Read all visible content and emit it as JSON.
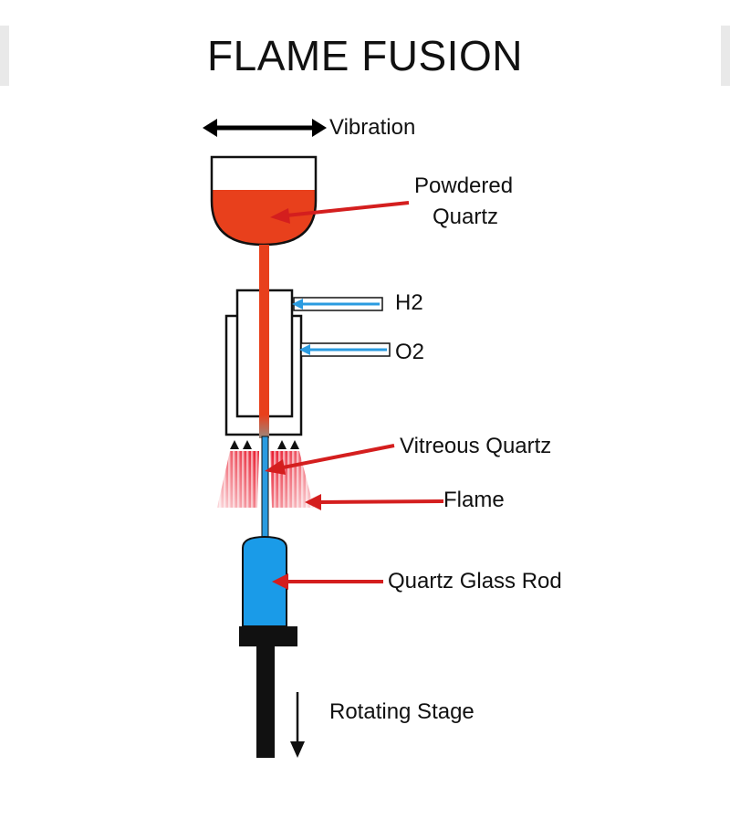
{
  "title": "FLAME FUSION",
  "labels": {
    "vibration": "Vibration",
    "powdered_quartz_line1": "Powdered",
    "powdered_quartz_line2": "Quartz",
    "h2": "H2",
    "o2": "O2",
    "vitreous_quartz": "Vitreous Quartz",
    "flame": "Flame",
    "quartz_glass_rod": "Quartz Glass Rod",
    "rotating_stage": "Rotating Stage"
  },
  "colors": {
    "molten_quartz": "#e8401c",
    "gas_pipe": "#2a9be0",
    "glass_rod": "#1a9be8",
    "pointer_arrow": "#d41e1e",
    "flame": "#e8192c",
    "outline": "#111111"
  }
}
